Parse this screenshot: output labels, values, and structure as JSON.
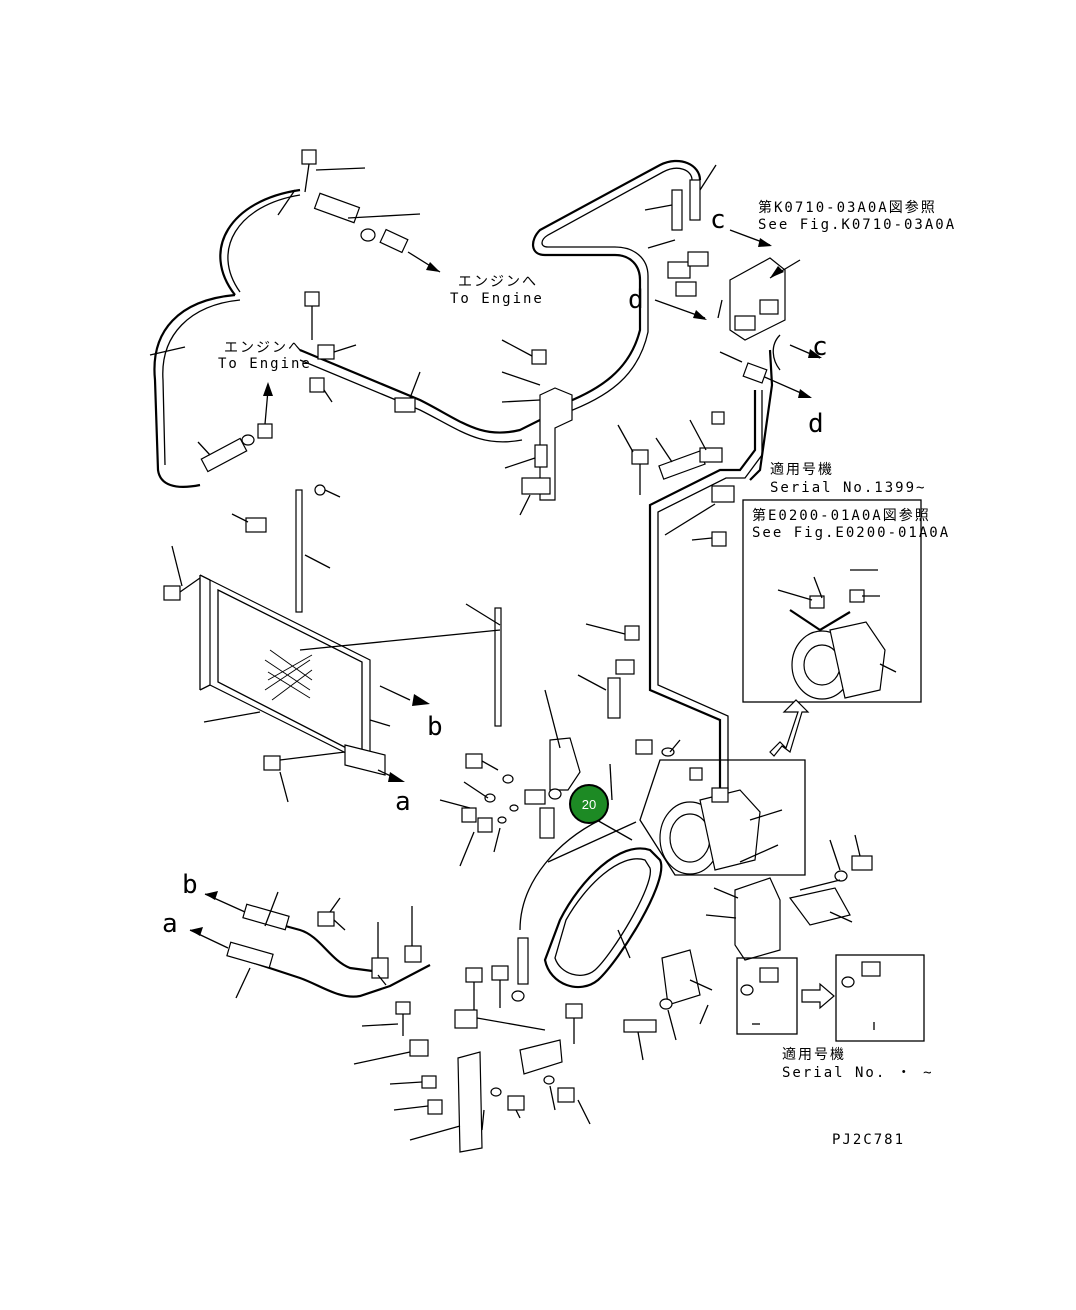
{
  "callouts": {
    "to_engine_jp_1": "エンジンへ",
    "to_engine_en_1": "To Engine",
    "to_engine_jp_2": "エンジンへ",
    "to_engine_en_2": "To Engine",
    "ref_k_jp": "第K0710-03A0A図参照",
    "ref_k_en": "See Fig.K0710-03A0A",
    "ref_e_jp": "第E0200-01A0A図参照",
    "ref_e_en": "See Fig.E0200-01A0A",
    "serial_jp_1": "適用号機",
    "serial_en_1": "Serial No.1399~",
    "serial_jp_2": "適用号機",
    "serial_en_2": "Serial No.  ・  ~",
    "drawing_no": "PJ2C781"
  },
  "connector_letters": {
    "a_right": "a",
    "b_right": "b",
    "a_left": "a",
    "b_left": "b",
    "c_top": "c",
    "c_right": "c",
    "d_left": "d",
    "d_right": "d"
  },
  "highlight": {
    "number": "20",
    "color": "#1d8a24"
  }
}
